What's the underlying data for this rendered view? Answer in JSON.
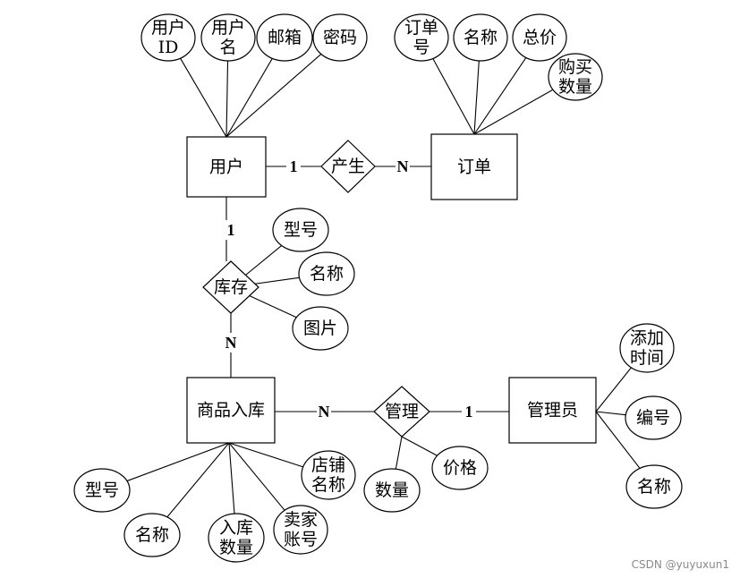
{
  "entities": {
    "user": "用户",
    "order": "订单",
    "goods_in": "商品入库",
    "admin": "管理员"
  },
  "relations": {
    "produce": "产生",
    "stock": "库存",
    "manage": "管理"
  },
  "attributes": {
    "user_id": [
      "用户",
      "ID"
    ],
    "user_name": [
      "用户",
      "名"
    ],
    "user_email": [
      "邮箱"
    ],
    "user_password": [
      "密码"
    ],
    "order_no": [
      "订单",
      "号"
    ],
    "order_name": [
      "名称"
    ],
    "order_total": [
      "总价"
    ],
    "order_qty": [
      "购买",
      "数量"
    ],
    "stock_model": [
      "型号"
    ],
    "stock_name": [
      "名称"
    ],
    "stock_image": [
      "图片"
    ],
    "admin_time": [
      "添加",
      "时间"
    ],
    "admin_no": [
      "编号"
    ],
    "admin_name": [
      "名称"
    ],
    "manage_qty": [
      "数量"
    ],
    "manage_price": [
      "价格"
    ],
    "goods_model": [
      "型号"
    ],
    "goods_name": [
      "名称"
    ],
    "goods_qty": [
      "入库",
      "数量"
    ],
    "goods_seller": [
      "卖家",
      "账号"
    ],
    "goods_shop": [
      "店铺",
      "名称"
    ]
  },
  "cardinalities": {
    "user_produce": "1",
    "produce_order": "N",
    "user_stock": "1",
    "stock_goods": "N",
    "goods_manage": "N",
    "manage_admin": "1"
  },
  "watermark": "CSDN @yuyuxun1"
}
